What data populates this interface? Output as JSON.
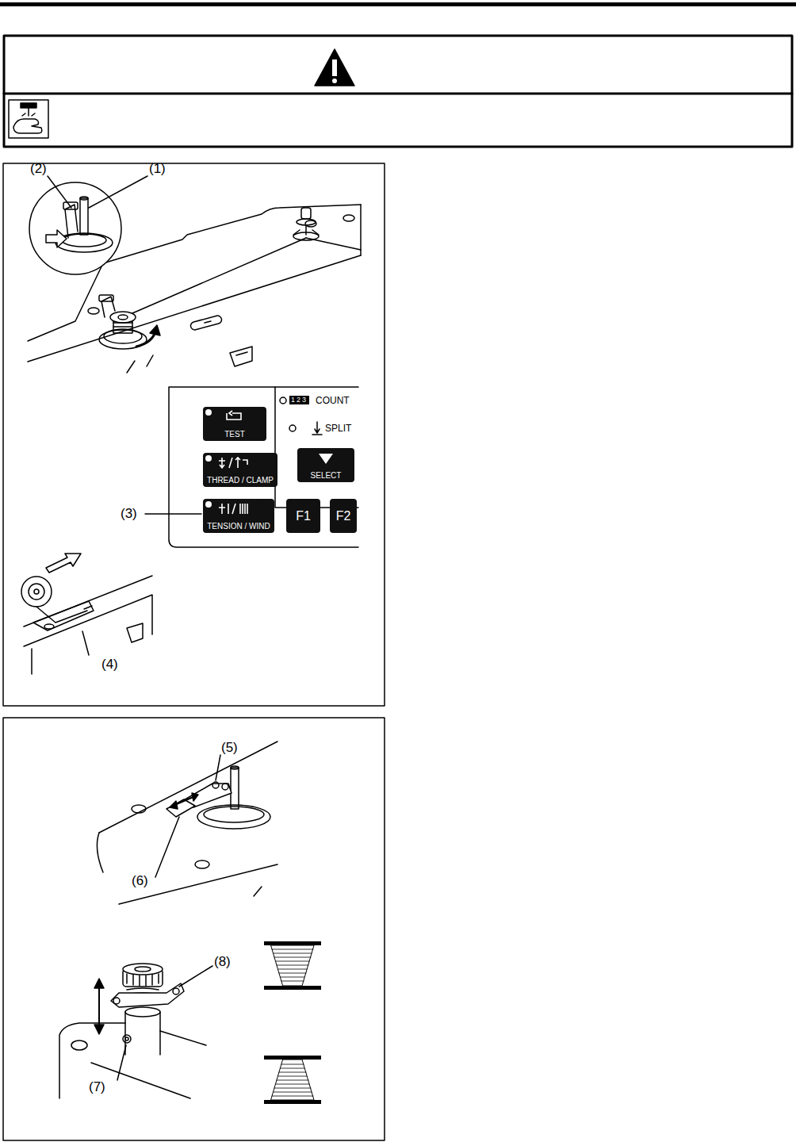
{
  "diagram": {
    "nodes": [
      {
        "text": [
          "TEST"
        ]
      },
      {
        "text": [
          "THREAD / CLAMP"
        ]
      },
      {
        "text": [
          "TENSION / WIND"
        ]
      },
      {
        "text": [
          "SELECT"
        ]
      },
      {
        "text": [
          "F1"
        ]
      },
      {
        "text": [
          "F2"
        ]
      }
    ],
    "labels": [
      "(2)",
      "(1)",
      "123",
      "COUNT",
      "SPLIT",
      "(3)",
      "(4)",
      "(5)",
      "(6)",
      "(8)",
      "(7)"
    ]
  }
}
